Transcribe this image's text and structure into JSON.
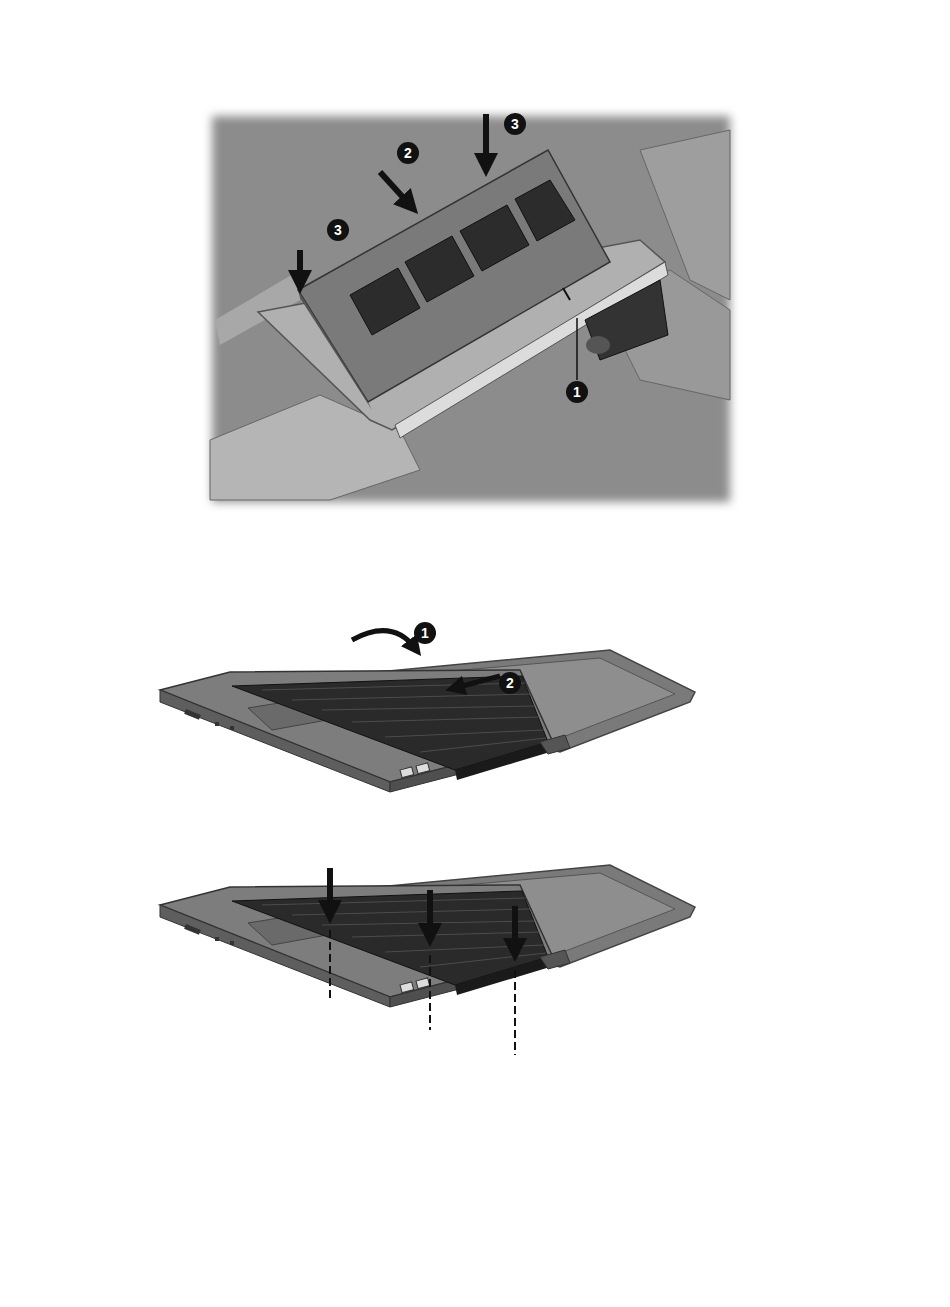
{
  "diagram": {
    "labels": [
      "3",
      "2",
      "3",
      "1",
      "1",
      "2"
    ]
  }
}
